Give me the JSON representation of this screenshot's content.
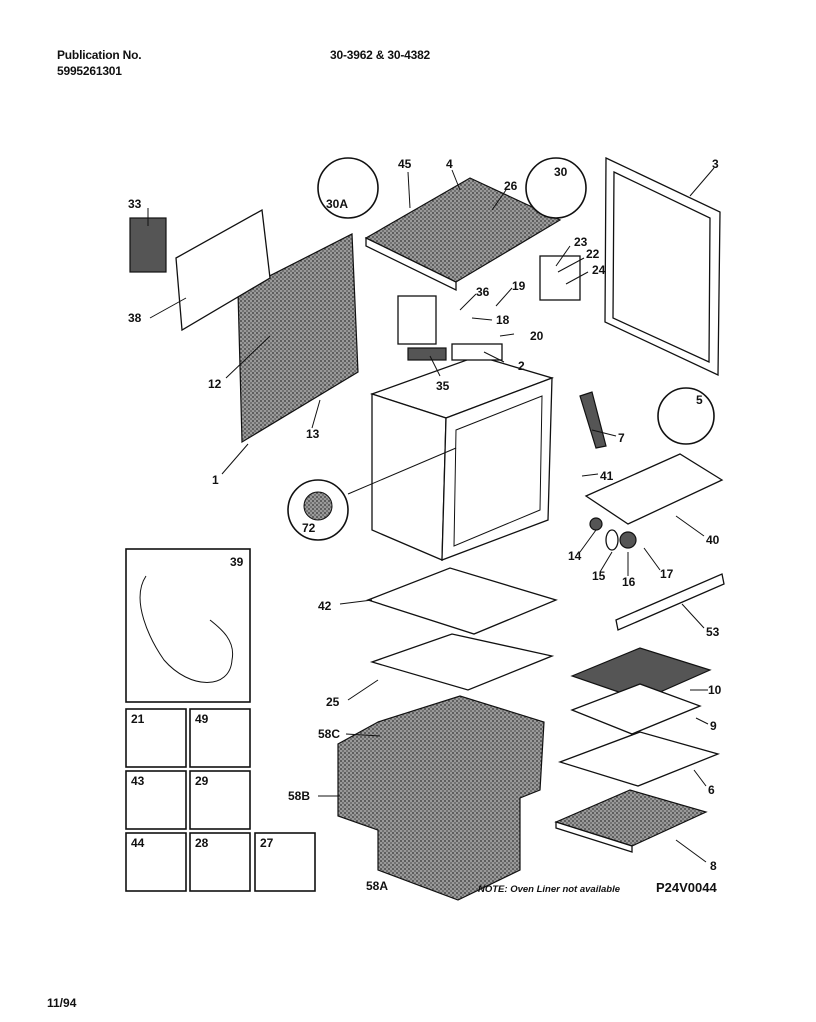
{
  "header": {
    "publication_label": "Publication No.",
    "publication_number": "5995261301",
    "model_numbers": "30-3962 & 30-4382"
  },
  "footer": {
    "date": "11/94",
    "note": "NOTE: Oven Liner not available",
    "figure_id": "P24V0044"
  },
  "callouts": [
    "45",
    "4",
    "26",
    "30",
    "30A",
    "3",
    "33",
    "38",
    "23",
    "22",
    "24",
    "19",
    "36",
    "18",
    "20",
    "2",
    "35",
    "12",
    "13",
    "1",
    "5",
    "7",
    "41",
    "40",
    "72",
    "14",
    "15",
    "16",
    "17",
    "39",
    "42",
    "53",
    "25",
    "10",
    "58C",
    "9",
    "6",
    "58B",
    "8",
    "58A",
    "21",
    "49",
    "43",
    "29",
    "44",
    "28",
    "27"
  ]
}
